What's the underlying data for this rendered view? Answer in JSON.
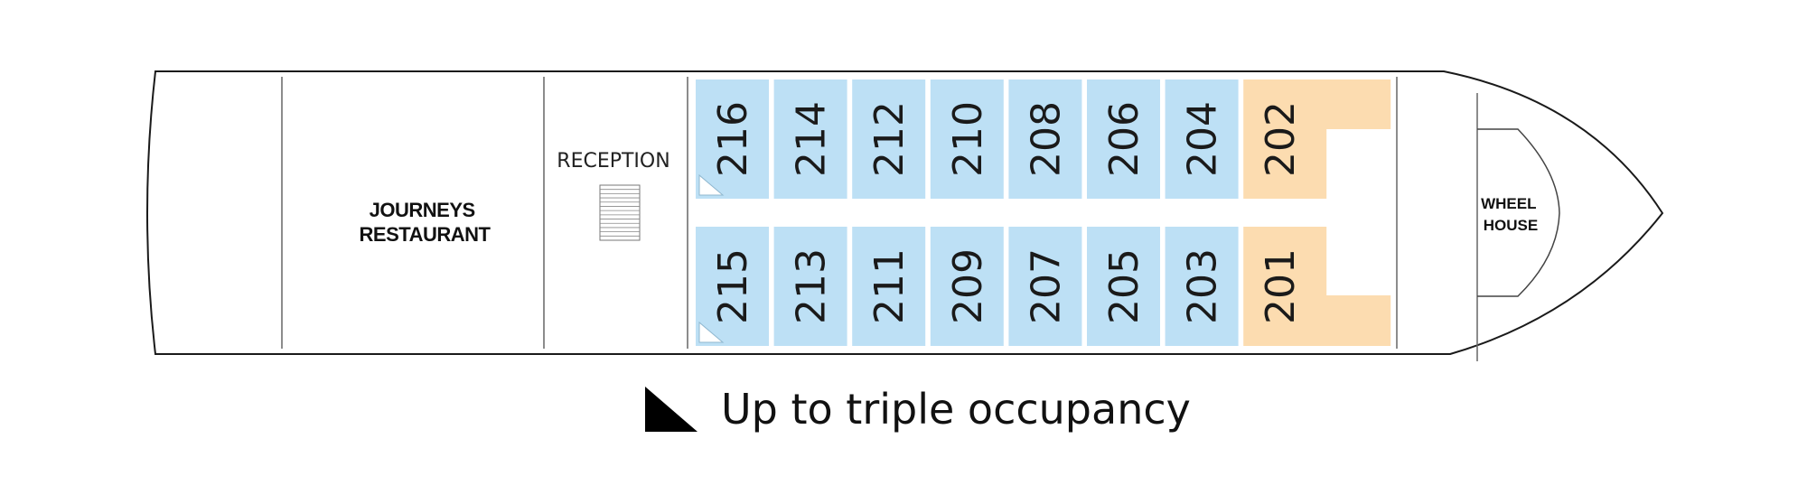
{
  "rooms": {
    "restaurant": [
      "JOURNEYS",
      "RESTAURANT"
    ],
    "reception": "RECEPTION",
    "wheelhouse": [
      "WHEEL",
      "HOUSE"
    ]
  },
  "cabins": {
    "top_row": [
      {
        "number": "216",
        "category": "standard",
        "triple": true
      },
      {
        "number": "214",
        "category": "standard",
        "triple": false
      },
      {
        "number": "212",
        "category": "standard",
        "triple": false
      },
      {
        "number": "210",
        "category": "standard",
        "triple": false
      },
      {
        "number": "208",
        "category": "standard",
        "triple": false
      },
      {
        "number": "206",
        "category": "standard",
        "triple": false
      },
      {
        "number": "204",
        "category": "standard",
        "triple": false
      },
      {
        "number": "202",
        "category": "suite",
        "triple": false
      }
    ],
    "bottom_row": [
      {
        "number": "215",
        "category": "standard",
        "triple": true
      },
      {
        "number": "213",
        "category": "standard",
        "triple": false
      },
      {
        "number": "211",
        "category": "standard",
        "triple": false
      },
      {
        "number": "209",
        "category": "standard",
        "triple": false
      },
      {
        "number": "207",
        "category": "standard",
        "triple": false
      },
      {
        "number": "205",
        "category": "standard",
        "triple": false
      },
      {
        "number": "203",
        "category": "standard",
        "triple": false
      },
      {
        "number": "201",
        "category": "suite",
        "triple": false
      }
    ]
  },
  "legend": {
    "triple_occupancy": "Up to triple occupancy"
  },
  "colors": {
    "standard_cabin": "#bde0f5",
    "suite_cabin": "#fcdcb0",
    "outline": "#1a1a1a"
  }
}
